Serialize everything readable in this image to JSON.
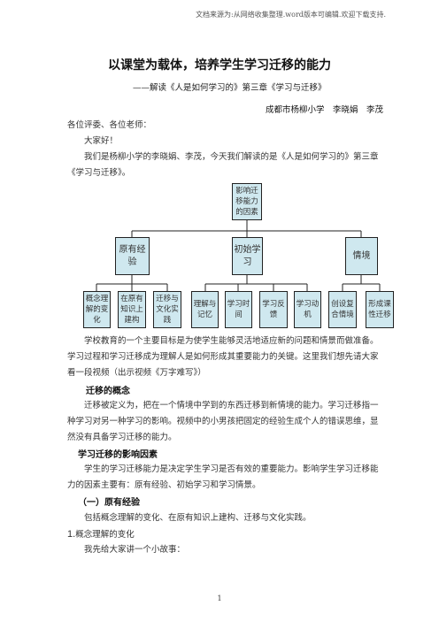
{
  "header": "文档来源为:从网络收集整理.word版本可编辑.欢迎下载支持.",
  "title": "以课堂为载体，培养学生学习迁移的能力",
  "subtitle": "——解读《人是如何学习的》第三章《学习与迁移》",
  "authors": "成都市杨柳小学　李晓娟　李茂",
  "greeting": "各位评委、各位老师：",
  "hello": "大家好！",
  "intro": "我们是杨柳小学的李晓娟、李茂，今天我们解读的是《人是如何学习的》第三章《学习与迁移》。",
  "diagram": {
    "root": "影响迁移能力的因素",
    "branches": [
      {
        "label": "原有经验",
        "children": [
          "概念理解的变化",
          "在原有知识上建构",
          "迁移与文化实践"
        ]
      },
      {
        "label": "初始学习",
        "children": [
          "理解与记忆",
          "学习时间",
          "学习反馈",
          "学习动机"
        ]
      },
      {
        "label": "情境",
        "children": [
          "创设复合情境",
          "形成课性迁移"
        ]
      }
    ]
  },
  "para_goal": "学校教育的一个主要目标是为使学生能够灵活地适应新的问题和情景而做准备。学习过程和学习迁移成为理解人是如何形成其重要能力的关键。这里我们想先请大家看一段视频（出示视频《万字难写》）",
  "h_concept": "迁移的概念",
  "para_concept": "迁移被定义为，把在一个情境中学到的东西迁移到新情境的能力。学习迁移指一种学习对另一种学习的影响。视频中的小男孩把固定的经验生成个人的错误思维，显然没有具备学习迁移的能力。",
  "h_factors": "学习迁移的影响因素",
  "para_factors": "学生的学习迁移能力是决定学生学习是否有效的重要能力。影响学生学习迁移能力的因素主要有：原有经验、初始学习和学习情景。",
  "h_one": "（一）原有经验",
  "para_one": "包括概念理解的变化、在原有知识上建构、迁移与文化实践。",
  "item1_num": "1.",
  "item1_text": "概念理解的变化",
  "story": "我先给大家讲一个小故事：",
  "page_number": "1",
  "colors": {
    "node_fill": "#cfe8ef",
    "line": "#222222"
  }
}
